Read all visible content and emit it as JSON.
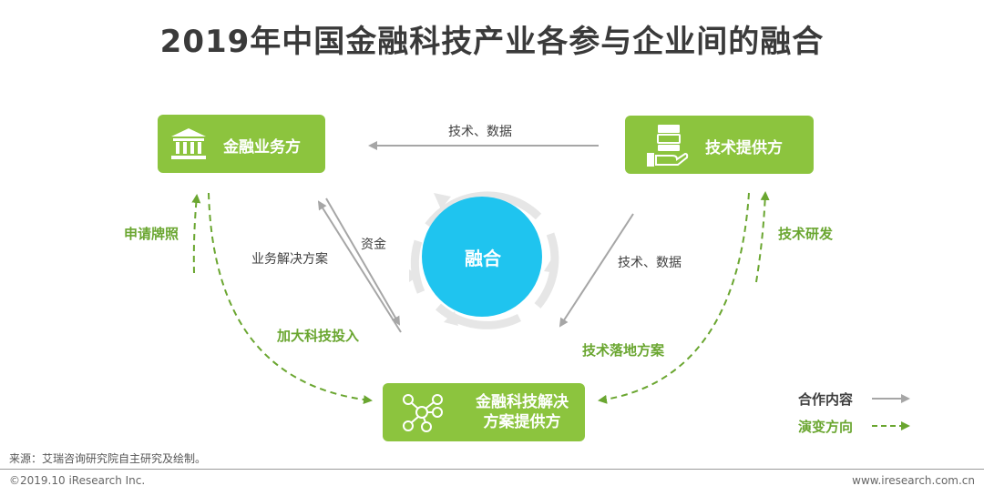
{
  "title": "2019年中国金融科技产业各参与企业间的融合",
  "nodes": {
    "finance": "金融业务方",
    "tech": "技术提供方",
    "solution_line1": "金融科技解决",
    "solution_line2": "方案提供方",
    "center": "融合"
  },
  "cooperation_labels": {
    "tech_to_finance": "技术、数据",
    "business_solution": "业务解决方案",
    "funds": "资金",
    "tech_to_solution": "技术、数据"
  },
  "evolution_labels": {
    "license": "申请牌照",
    "invest": "加大科技投入",
    "rnd": "技术研发",
    "landing": "技术落地方案"
  },
  "legend": {
    "cooperation": "合作内容",
    "evolution": "演变方向"
  },
  "colors": {
    "green": "#8cc43e",
    "green_text": "#6aa630",
    "blue": "#1fc4ef",
    "gray_arrow": "#a6a6a6"
  },
  "source": "来源：艾瑞咨询研究院自主研究及绘制。",
  "copyright": "©2019.10 iResearch Inc.",
  "website": "www.iresearch.com.cn"
}
